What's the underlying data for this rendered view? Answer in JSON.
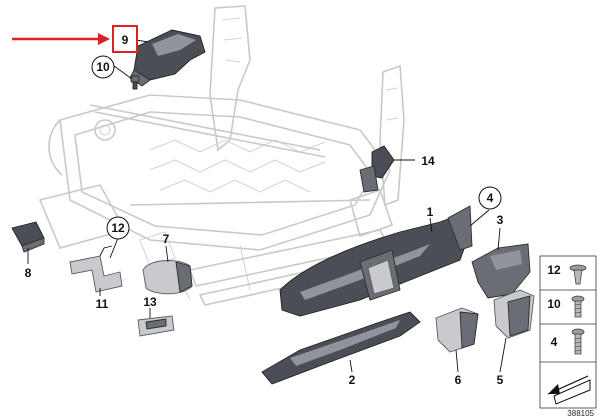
{
  "diagram": {
    "image_number": "388105",
    "highlight_color": "#e02020",
    "callouts": [
      {
        "id": "c9",
        "label": "9",
        "boxed": true,
        "circled": false
      },
      {
        "id": "c10",
        "label": "10",
        "boxed": false,
        "circled": true
      },
      {
        "id": "c14",
        "label": "14",
        "boxed": false,
        "circled": false
      },
      {
        "id": "c4",
        "label": "4",
        "boxed": false,
        "circled": true
      },
      {
        "id": "c1",
        "label": "1",
        "boxed": false,
        "circled": false
      },
      {
        "id": "c3",
        "label": "3",
        "boxed": false,
        "circled": false
      },
      {
        "id": "c12",
        "label": "12",
        "boxed": false,
        "circled": true
      },
      {
        "id": "c7",
        "label": "7",
        "boxed": false,
        "circled": false
      },
      {
        "id": "c8",
        "label": "8",
        "boxed": false,
        "circled": false
      },
      {
        "id": "c11",
        "label": "11",
        "boxed": false,
        "circled": false
      },
      {
        "id": "c13",
        "label": "13",
        "boxed": false,
        "circled": false
      },
      {
        "id": "c2",
        "label": "2",
        "boxed": false,
        "circled": false
      },
      {
        "id": "c6",
        "label": "6",
        "boxed": false,
        "circled": false
      },
      {
        "id": "c5",
        "label": "5",
        "boxed": false,
        "circled": false
      }
    ],
    "fastener_legend": [
      {
        "label": "12"
      },
      {
        "label": "10"
      },
      {
        "label": "4"
      }
    ]
  }
}
